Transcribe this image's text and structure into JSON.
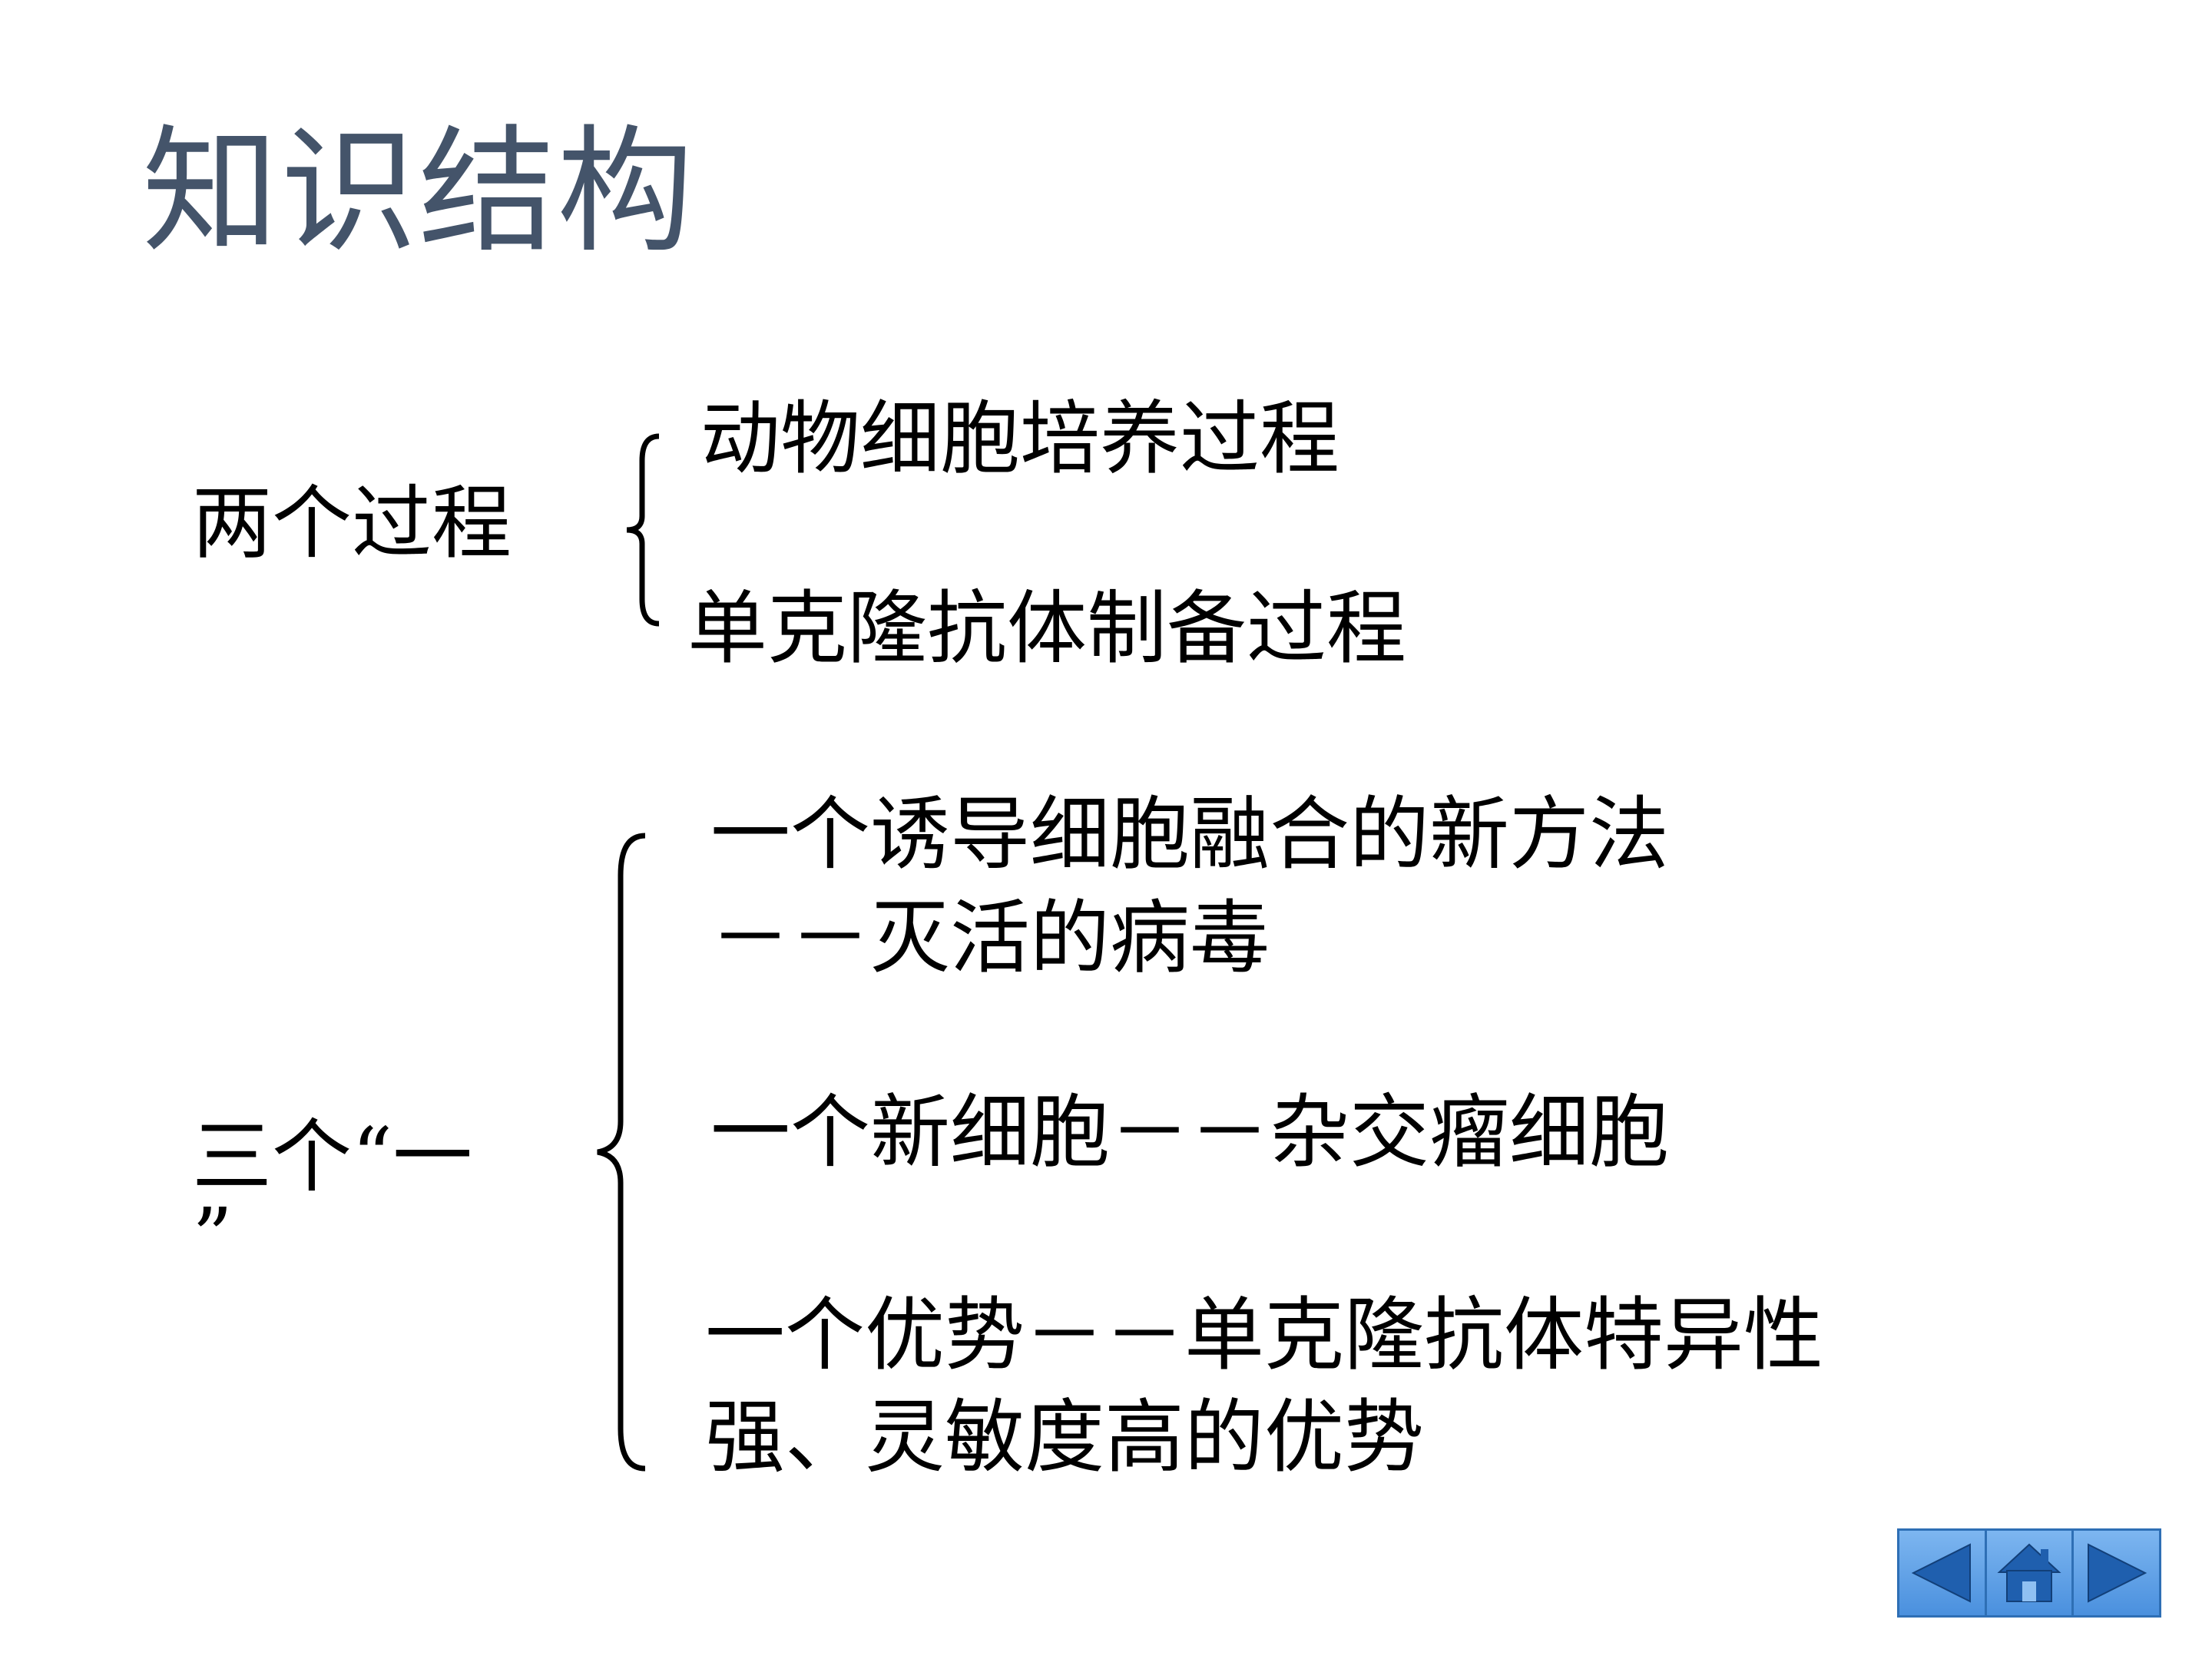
{
  "title": "知识结构",
  "section1": {
    "label": "两个过程",
    "items": [
      "动物细胞培养过程",
      "单克隆抗体制备过程"
    ]
  },
  "section2": {
    "label_line1": "三个“一",
    "label_line2": "”",
    "items": [
      {
        "line1": "一个诱导细胞融合的新方法",
        "line2": "－－灭活的病毒"
      },
      {
        "line1": "一个新细胞－－杂交瘤细胞"
      },
      {
        "line1": "一个优势－－单克隆抗体特异性",
        "line2": "强、灵敏度高的优势"
      }
    ]
  },
  "nav": {
    "buttons": [
      "prev-icon",
      "home-icon",
      "next-icon"
    ],
    "color": "#4a90de"
  }
}
